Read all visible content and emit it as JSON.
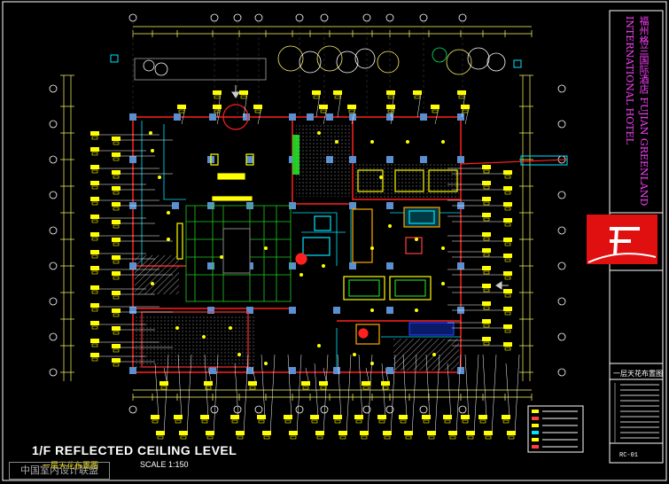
{
  "drawing": {
    "title": "1/F REFLECTED CEILING LEVEL",
    "subtitle": "一层天花布置图",
    "scale": "SCALE 1:150",
    "watermark": "中国室内设计联盟"
  },
  "title_block": {
    "hotel_name": "福州格兰国际酒店 FUJIAN GREENLAND INTERNATIONAL HOTEL",
    "sheet_name": "一层天花布置图",
    "drawing_number": "RC-01"
  },
  "colors": {
    "background": "#000000",
    "frame": "#ffffff",
    "wall": "#ff2020",
    "column": "#5a8fd0",
    "annotation": "#ffff00",
    "dimension": "#ffff66",
    "grid_green": "#22cc22",
    "cyan": "#00e5ff",
    "hotel_text": "#ff40ff",
    "logo_red": "#e01010"
  },
  "icons": {
    "logo": "hotel-logo-icon",
    "arrow_down": "arrow-down-icon",
    "arrow_left": "arrow-left-icon"
  }
}
